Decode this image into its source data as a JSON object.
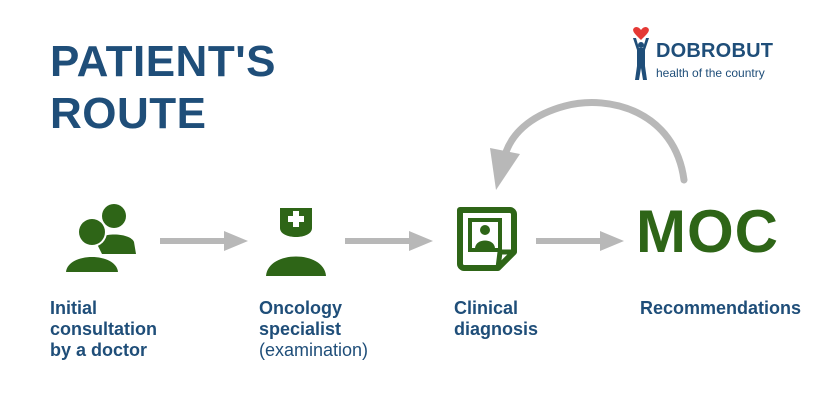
{
  "title": {
    "line1": "PATIENT'S",
    "line2": "ROUTE"
  },
  "logo": {
    "name": "DOBROBUT",
    "tagline": "health of the country",
    "heart_color": "#e53935"
  },
  "colors": {
    "accent_green": "#2e6517",
    "text_blue": "#1f4e79",
    "arrow_gray": "#b8b8b8"
  },
  "steps": [
    {
      "icon": "two-people-icon",
      "label_lines": [
        "Initial",
        "consultation",
        "by a doctor"
      ]
    },
    {
      "icon": "doctor-icon",
      "label_lines": [
        "Oncology",
        "specialist"
      ],
      "sub_label": "(examination)"
    },
    {
      "icon": "clinical-document-icon",
      "label_lines": [
        "Clinical",
        "diagnosis"
      ]
    },
    {
      "icon_text": "MOC",
      "label_lines": [
        "Recommendations"
      ]
    }
  ]
}
